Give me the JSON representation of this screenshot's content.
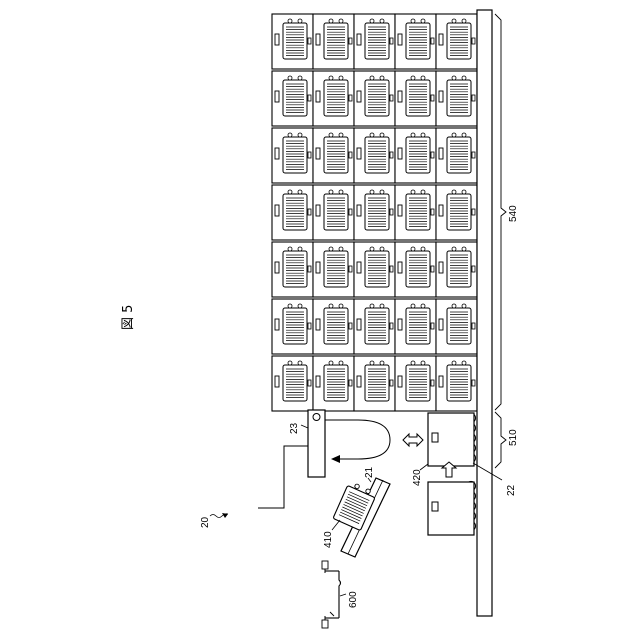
{
  "figure_label": "図 5",
  "labels": {
    "shelf_rack": "540",
    "conveyor": "510",
    "slot": "22",
    "mover": "420",
    "arm": "23",
    "stage": "21",
    "tray": "410",
    "system": "20",
    "cart": "600"
  },
  "grid": {
    "rows": 7,
    "columns": 5
  }
}
